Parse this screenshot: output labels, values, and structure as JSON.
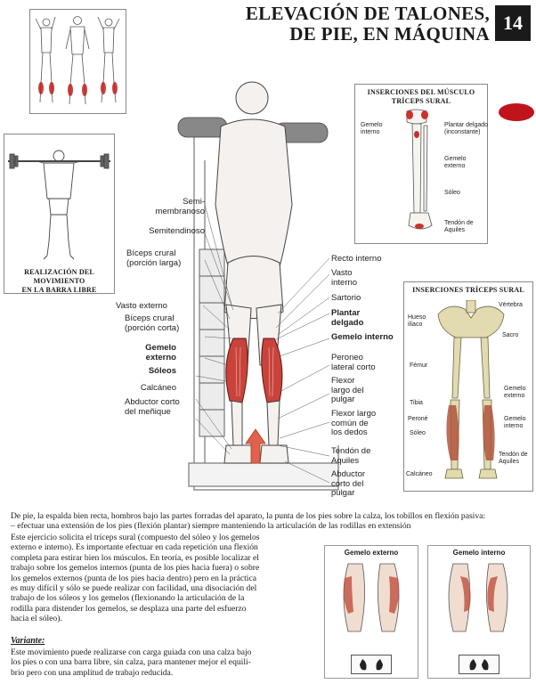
{
  "header": {
    "title_line1": "ELEVACIÓN DE TALONES,",
    "title_line2": "DE PIE, EN MÁQUINA",
    "page_number": "14"
  },
  "free_bar_box": {
    "caption_line1": "REALIZACIÓN DEL MOVIMIENTO",
    "caption_line2": "EN LA BARRA LIBRE"
  },
  "triceps_insertions_box": {
    "title_line1": "INSERCIONES DEL MÚSCULO",
    "title_line2": "TRÍCEPS SURAL",
    "labels": {
      "gemelo_interno_l1": "Gemelo",
      "gemelo_interno_l2": "interno",
      "plantar_l1": "Plantar delgado",
      "plantar_l2": "(inconstante)",
      "gemelo_externo_l1": "Gemelo",
      "gemelo_externo_l2": "externo",
      "soleo": "Sóleo",
      "tendon_l1": "Tendón de",
      "tendon_l2": "Aquiles"
    }
  },
  "skeleton_box": {
    "title": "INSERCIONES TRÍCEPS SURAL",
    "labels": {
      "vertebra": "Vértebra",
      "hueso_l1": "Hueso",
      "hueso_l2": "ilíaco",
      "sacro": "Sacro",
      "femur": "Fémur",
      "gemelo_ext_l1": "Gemelo",
      "gemelo_ext_l2": "externo",
      "tibia": "Tibia",
      "perone": "Peroné",
      "gemelo_int_l1": "Gemelo",
      "gemelo_int_l2": "interno",
      "soleo": "Sóleo",
      "tendon_l1": "Tendón de",
      "tendon_l2": "Aquiles",
      "calcaneo": "Calcáneo"
    }
  },
  "main_labels_left": {
    "semi_l1": "Semi-",
    "semi_l2": "membranoso",
    "semitendinoso": "Semitendinoso",
    "biceps_larga_l1": "Bíceps crural",
    "biceps_larga_l2": "(porción larga)",
    "vasto_externo": "Vasto externo",
    "biceps_corta_l1": "Bíceps crural",
    "biceps_corta_l2": "(porción corta)",
    "gemelo_ext_l1": "Gemelo",
    "gemelo_ext_l2": "externo",
    "soleos": "Sóleos",
    "calcaneo": "Calcáneo",
    "abductor_l1": "Abductor corto",
    "abductor_l2": "del meñique"
  },
  "main_labels_right": {
    "recto_interno": "Recto interno",
    "vasto_interno_l1": "Vasto",
    "vasto_interno_l2": "interno",
    "sartorio": "Sartorio",
    "plantar_l1": "Plantar",
    "plantar_l2": "delgado",
    "gemelo_interno": "Gemelo interno",
    "peroneo_l1": "Peroneo",
    "peroneo_l2": "lateral corto",
    "flexor_largo_l1": "Flexor",
    "flexor_largo_l2": "largo del",
    "flexor_largo_l3": "pulgar",
    "flexor_comun_l1": "Flexor largo",
    "flexor_comun_l2": "común de",
    "flexor_comun_l3": "los dedos",
    "tendon_l1": "Tendón de",
    "tendon_l2": "Aquiles",
    "abductor_pulgar_l1": "Abductor",
    "abductor_pulgar_l2": "corto del",
    "abductor_pulgar_l3": "pulgar"
  },
  "text": {
    "intro_l1": "De pie, la espalda bien recta, hombros bajo las partes forradas del aparato, la punta de los pies sobre la calza, los tobillos en flexión pasiva:",
    "intro_l2": "– efectuar una extensión de los pies (flexión plantar) siempre manteniendo la articulación de las rodillas en extensión",
    "p_l1": "Este ejercicio solicita el tríceps sural (compuesto del sóleo y los gemelos",
    "p_l2": "externo e interno). Es importante efectuar en cada repetición una flexión",
    "p_l3": "completa para estirar bien los músculos. En teoría, es posible localizar el",
    "p_l4": "trabajo sobre los gemelos internos (punta de los pies hacia fuera) o sobre",
    "p_l5": "los gemelos externos (punta de los pies hacia dentro) pero en la práctica",
    "p_l6": "es muy difícil y sólo se puede realizar con facilidad, una disociación del",
    "p_l7": "trabajo de los sóleos y los gemelos (flexionando la articulación de la",
    "p_l8": "rodilla para distender los gemelos, se desplaza una parte del esfuerzo",
    "p_l9": "hacia el sóleo).",
    "variante": "Variante:",
    "v_l1": "Este movimiento puede realizarse con carga guiada con una calza bajo",
    "v_l2": "los pies o con una barra libre, sin calza, para mantener mejor el equili-",
    "v_l3": "brio pero con una amplitud de trabajo reducida."
  },
  "gemelo_panels": {
    "externo": "Gemelo externo",
    "interno": "Gemelo interno"
  },
  "colors": {
    "muscle_red": "#b8231f",
    "title_black": "#1a1a1a"
  }
}
